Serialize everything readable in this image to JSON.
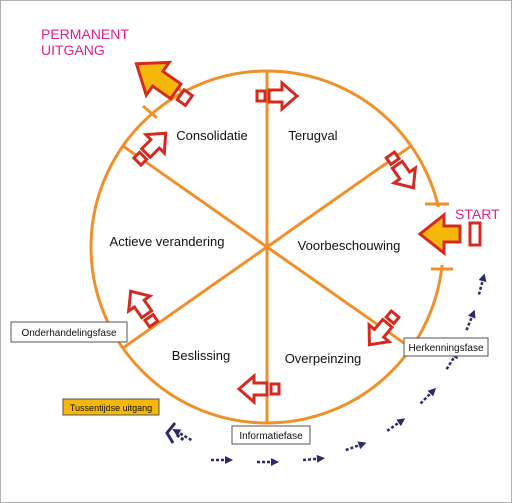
{
  "exit_permanent": {
    "line1": "PERMANENT",
    "line2": "UITGANG",
    "color": "#e0208a"
  },
  "start": {
    "label": "START",
    "color": "#e0208a"
  },
  "colors": {
    "circle": "#f0902a",
    "arrow_outline": "#d42a1f",
    "big_arrow_fill": "#f5b80a",
    "dash_arrow": "#2b2a6b",
    "temp_exit_box": "#f5b80a"
  },
  "phases": {
    "terugval": "Terugval",
    "voorbeschouwing": "Voorbeschouwing",
    "overpeinzing": "Overpeinzing",
    "beslissing": "Beslissing",
    "actieve_verandering": "Actieve verandering",
    "consolidatie": "Consolidatie"
  },
  "boxes": {
    "herkenningsfase": "Herkenningsfase",
    "informatiefase": "Informatiefase",
    "onderhandelingsfase": "Onderhandelingsfase",
    "tussentijdse_uitgang": "Tussentijdse uitgang"
  }
}
